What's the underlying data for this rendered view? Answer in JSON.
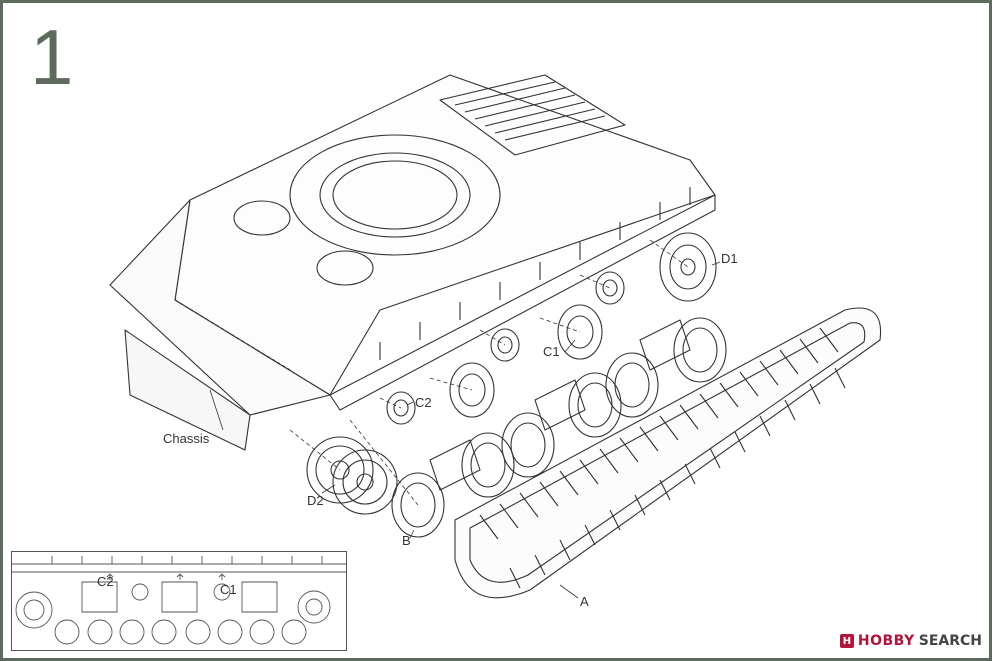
{
  "step": {
    "number": "1"
  },
  "labels": {
    "chassis": "Chassis",
    "d1": "D1",
    "c1": "C1",
    "c2": "C2",
    "d2": "D2",
    "b": "B",
    "a": "A"
  },
  "inset": {
    "c2": "C2",
    "c1": "C1"
  },
  "watermark": {
    "mark": "H",
    "hobby": "HOBBY",
    "search": "SEARCH"
  },
  "colors": {
    "frame": "#5d6b5d",
    "line": "#333333",
    "watermark_accent": "#b3143a"
  }
}
